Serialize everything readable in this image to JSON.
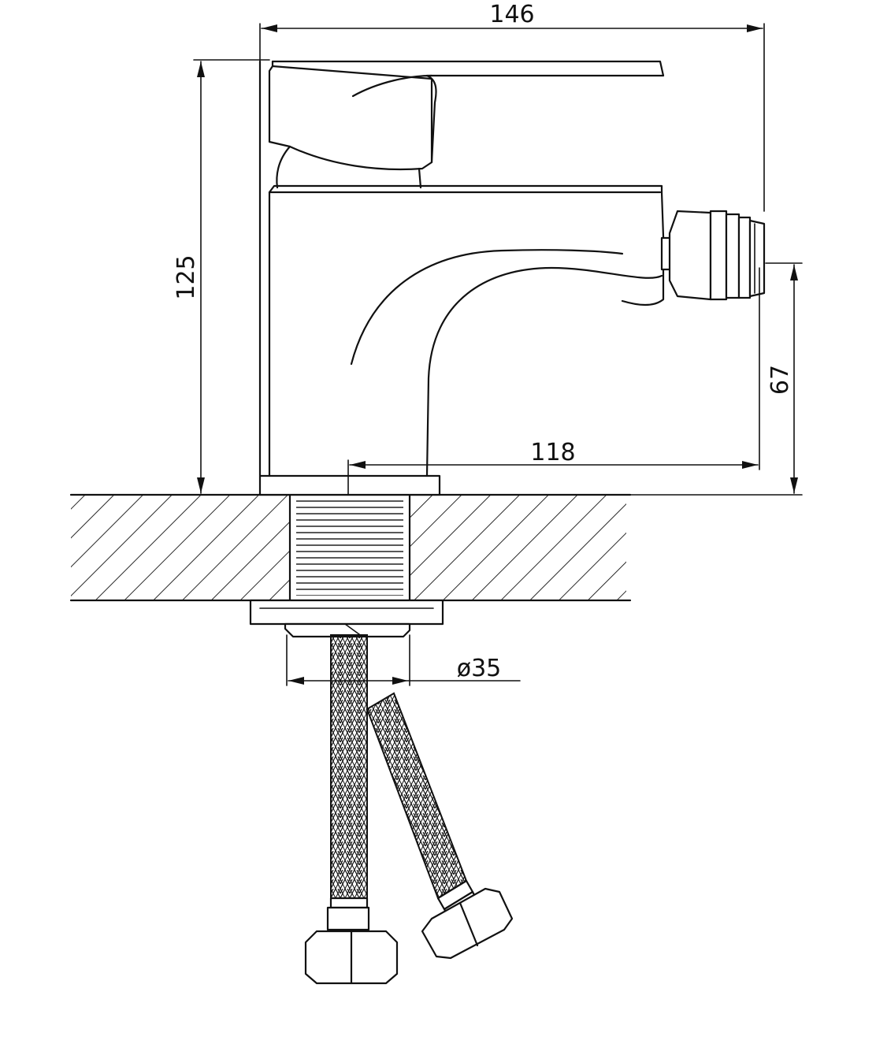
{
  "dimensions": {
    "total_width": "146",
    "total_height": "125",
    "spout_height": "67",
    "spout_reach": "118",
    "mount_diameter": "ø35"
  },
  "colors": {
    "line": "#111111",
    "background": "#ffffff"
  }
}
